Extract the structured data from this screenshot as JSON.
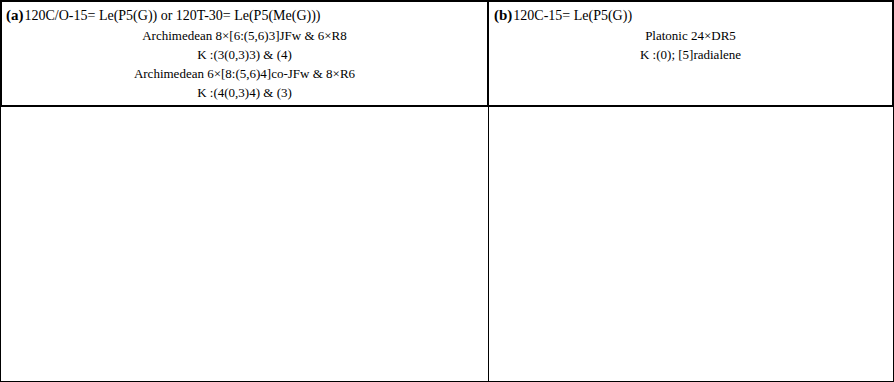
{
  "diagram": {
    "nodes": [
      {
        "text": [
          "(a)",
          "120C/O-15= Le(P5(G)) or 120T-30= Le(P5(Me(G)))",
          "Archimedean 8×[6:(5,6)3]JFw & 6×R8",
          "K :(3(0,3)3) & (4)",
          "Archimedean 6×[8:(5,6)4]co-JFw & 8×R6",
          "K :(4(0,3)4) & (3)"
        ]
      },
      {
        "text": [
          "(b)",
          "120C-15= Le(P5(G))",
          "Platonic 24×DR5",
          "K :(0); [5]radialene"
        ]
      }
    ]
  }
}
